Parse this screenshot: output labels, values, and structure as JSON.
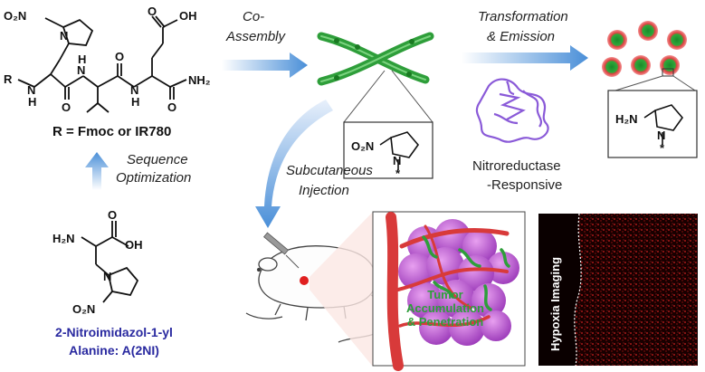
{
  "chem": {
    "peptide": {
      "no2": "O₂N",
      "oh": "OH",
      "r": "R",
      "nh": "N",
      "h": "H",
      "o": "O",
      "nh2": "NH₂",
      "n": "N"
    },
    "r_group": "R = Fmoc or IR780",
    "monomer": {
      "h2n": "H₂N",
      "oh": "OH",
      "o": "O",
      "n": "N",
      "no2": "O₂N"
    },
    "monomer_name_line1": "2-Nitroimidazol-1-yl",
    "monomer_name_line2": "Alanine: A(2NI)",
    "box1": {
      "no2": "O₂N",
      "n": "N",
      "star": "*"
    },
    "box2": {
      "h2n": "H₂N",
      "n": "N",
      "star": "*"
    }
  },
  "labels": {
    "sequence": "Sequence",
    "optimization": "Optimization",
    "co": "Co-",
    "assembly": "Assembly",
    "transformation": "Transformation",
    "emission": "& Emission",
    "nitroreductase": "Nitroreductase",
    "responsive": "-Responsive",
    "subcutaneous": "Subcutaneous",
    "injection": "Injection",
    "tumor": "Tumor",
    "accumulation": "Accumulation",
    "penetration": "& Penetration",
    "hypoxia": "Hypoxia Imaging"
  },
  "colors": {
    "title_blue": "#2a2aa0",
    "fiber_green": "#2e9e3a",
    "arrow_blue": "#4a8fd8",
    "tumor_purple": "#c060d8",
    "vessel_red": "#d83a3a",
    "particle_red": "#e04040",
    "enzyme_purple": "#8a5ad8"
  }
}
